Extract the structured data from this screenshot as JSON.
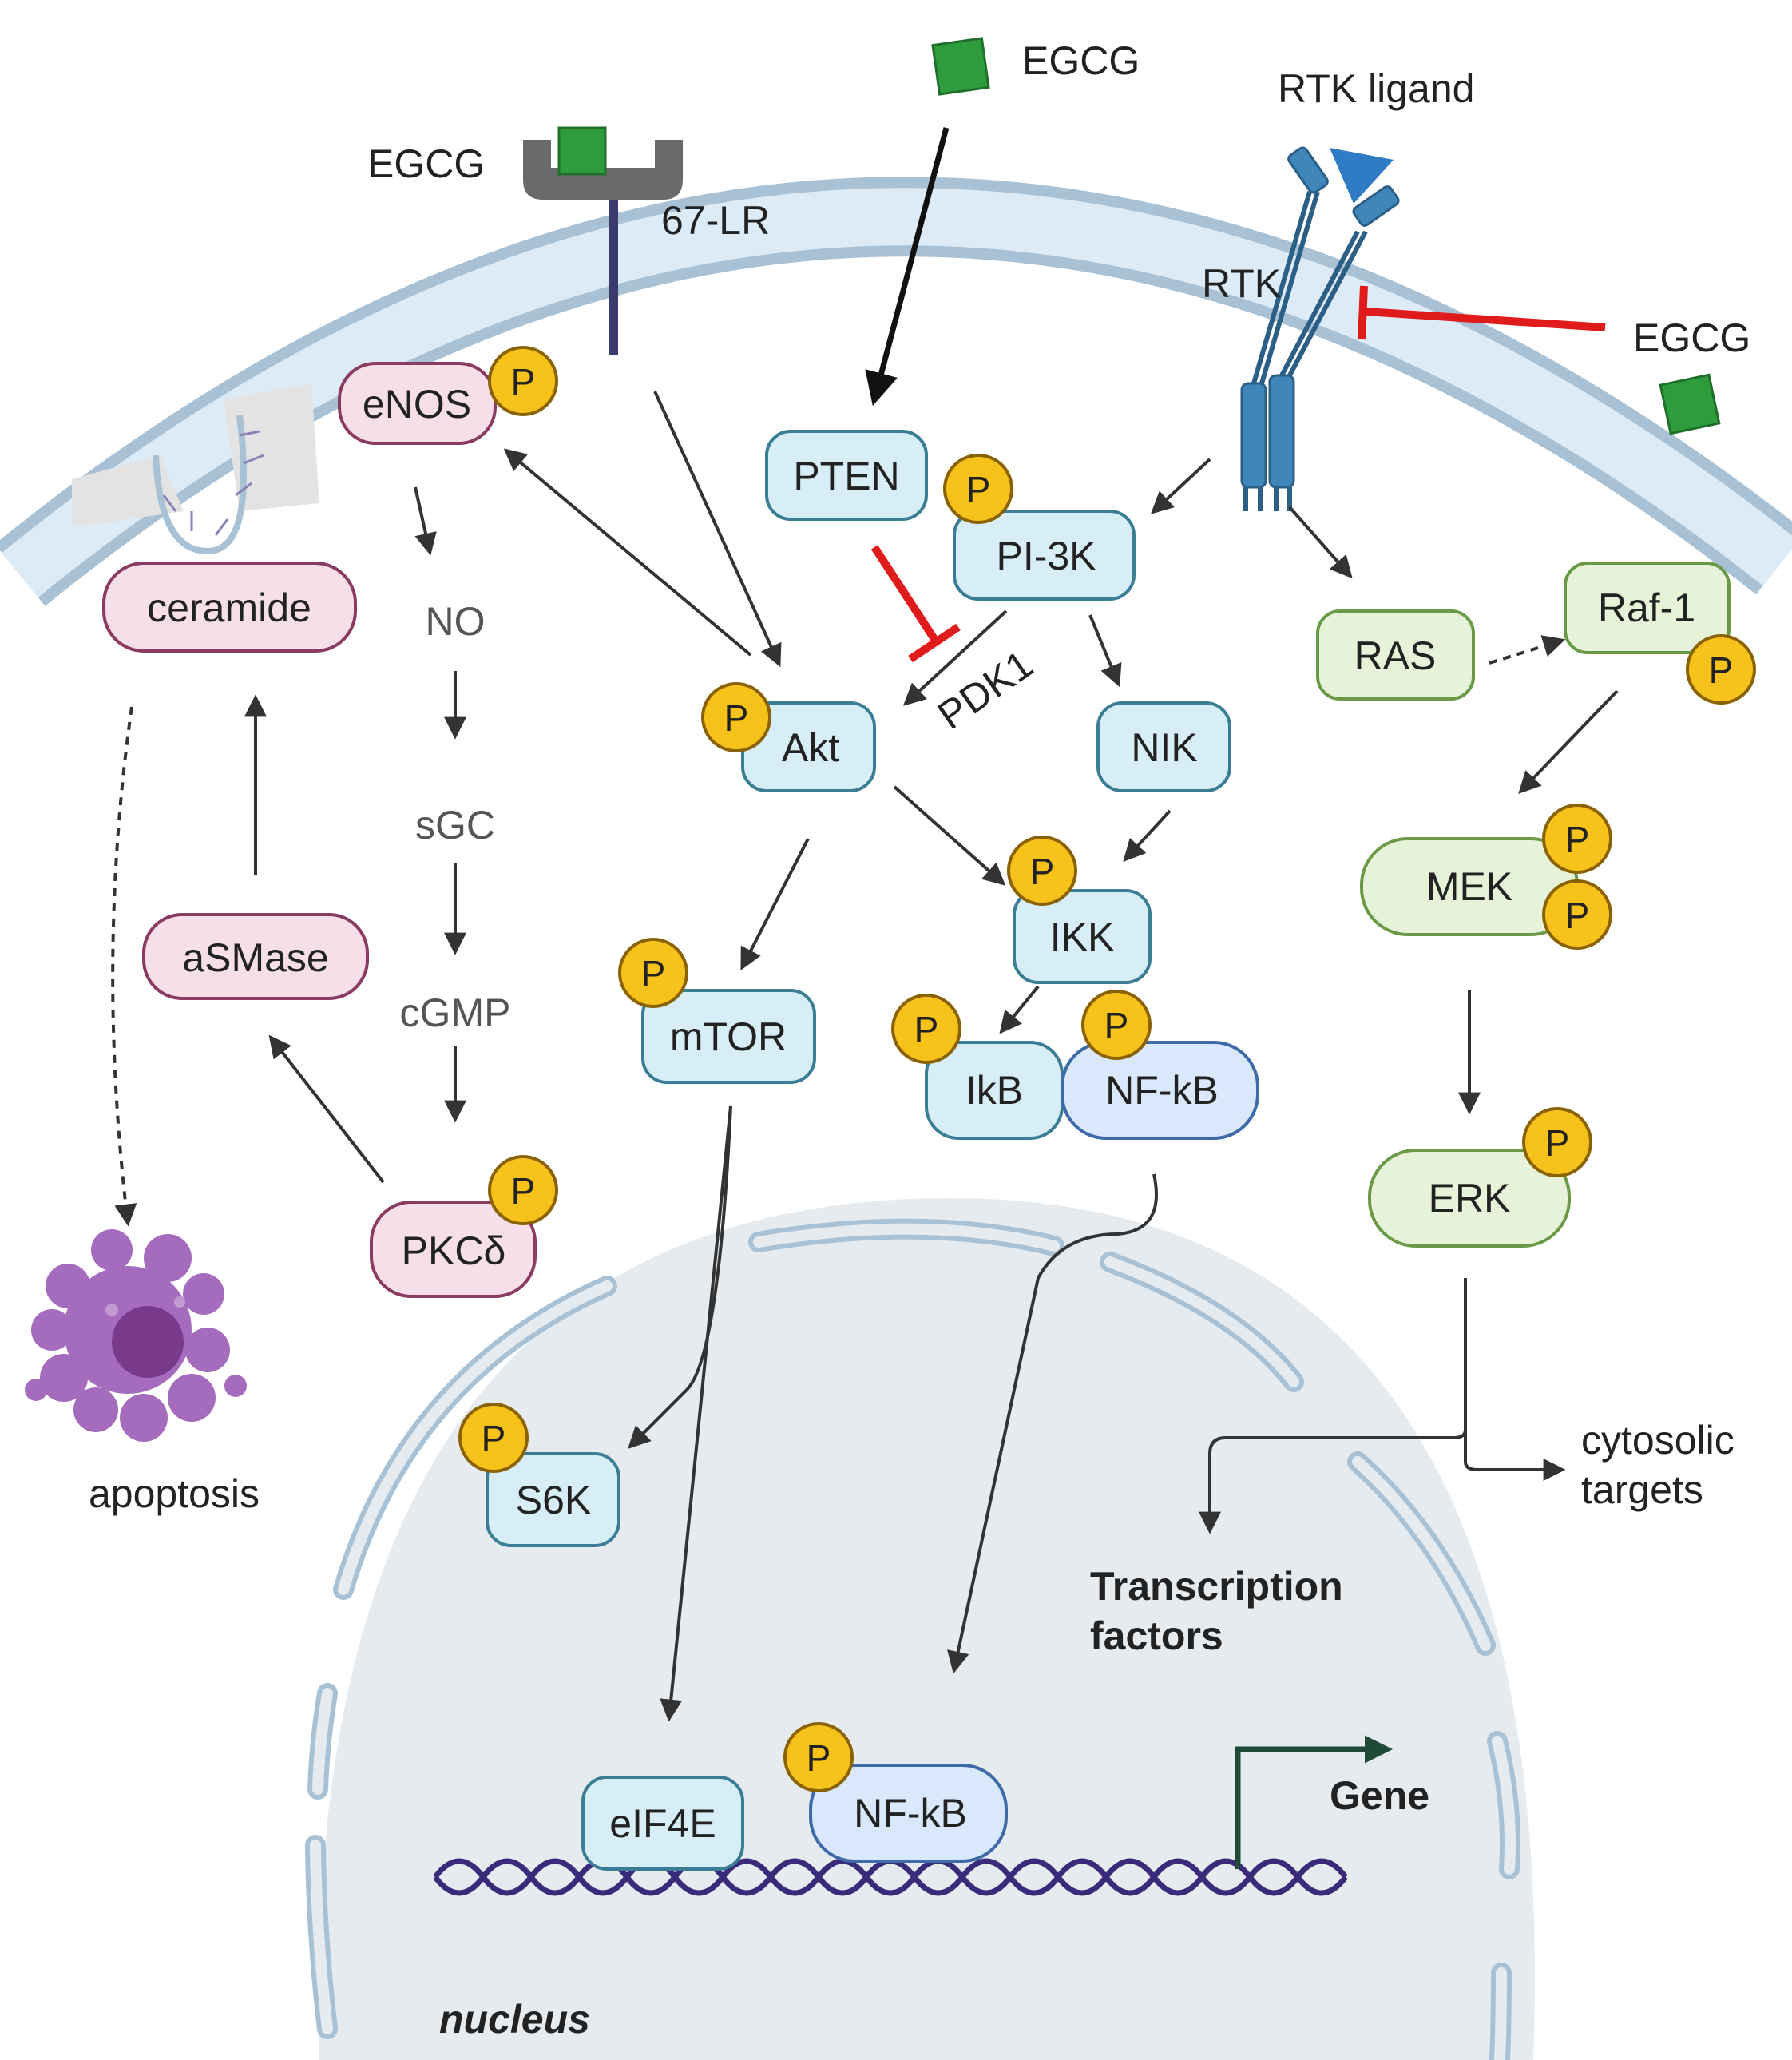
{
  "nodes": {
    "enos": "eNOS",
    "ceramide": "ceramide",
    "no": "NO",
    "sgc": "sGC",
    "cgmp": "cGMP",
    "asmase": "aSMase",
    "pkcd": "PKCδ",
    "pten": "PTEN",
    "pi3k": "PI-3K",
    "akt": "Akt",
    "nik": "NIK",
    "ikk": "IKK",
    "ikb": "IkB",
    "nfkb": "NF-kB",
    "mtor": "mTOR",
    "s6k": "S6K",
    "eif4e": "eIF4E",
    "nfkb_nuc": "NF-kB",
    "ras": "RAS",
    "raf1": "Raf-1",
    "mek": "MEK",
    "erk": "ERK"
  },
  "labels": {
    "egcg_left": "EGCG",
    "egcg_top": "EGCG",
    "egcg_right": "EGCG",
    "lr67": "67-LR",
    "rtk_ligand": "RTK ligand",
    "rtk": "RTK",
    "pdk1": "PDK1",
    "apoptosis": "apoptosis",
    "cytosolic_1": "cytosolic",
    "cytosolic_2": "targets",
    "tf_1": "Transcription",
    "tf_2": "factors",
    "gene": "Gene",
    "nucleus": "nucleus",
    "phospho": "P"
  },
  "colors": {
    "membrane_fill": "#dcebf6",
    "membrane_edge": "#a9c1d5",
    "cytoplasm": "#ffffff",
    "nucleus_fill": "#e6ebef",
    "nucleus_envelope": "#c4d3e1",
    "pink_fill": "#f6dfe8",
    "pink_stroke": "#8a3b62",
    "blue_fill": "#d7eef7",
    "blue_stroke": "#3b7d94",
    "nfkb_fill": "#dae8fb",
    "nfkb_stroke": "#3f6aa8",
    "green_fill": "#e6f3d8",
    "green_stroke": "#6a9a48",
    "phospho_fill": "#f7c21a",
    "phospho_stroke": "#8a6200",
    "egcg": "#2e9c3c",
    "inhibit": "#e01b1b",
    "rtk": "#3f86bb",
    "ligand": "#2f7bc4",
    "receptor_67lr": "#6a6a6a",
    "dna": "#3a2a7a",
    "gene_arrow": "#1f4a38",
    "apoptosis_cell": "#a56bbd"
  },
  "icons": [
    "egcg-square-icon",
    "rtk-receptor-icon",
    "ligand-icon",
    "67lr-receptor-icon",
    "apoptotic-cell-icon",
    "dna-helix-icon",
    "gene-arrow-icon"
  ]
}
